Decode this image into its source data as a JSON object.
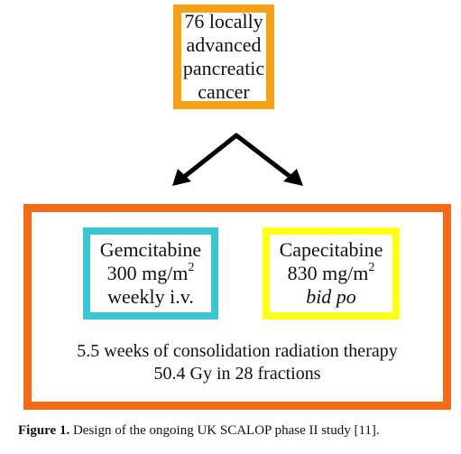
{
  "top_box": {
    "lines": [
      "76 locally",
      "advanced",
      "pancreatic",
      "cancer"
    ],
    "border_color": "#f5a016"
  },
  "outer_box": {
    "border_color": "#f46a16"
  },
  "gemcitabine": {
    "name": "Gemcitabine",
    "dose": "300 mg/m",
    "dose_sup": "2",
    "schedule": "weekly i.v.",
    "border_color": "#3cc6d3"
  },
  "capecitabine": {
    "name": "Capecitabine",
    "dose": "830 mg/m",
    "dose_sup": "2",
    "schedule": "bid po",
    "border_color": "#ffff14"
  },
  "radiation": {
    "line1": "5.5 weeks of consolidation radiation therapy",
    "line2": "50.4 Gy in 28 fractions"
  },
  "caption": {
    "label": "Figure 1.",
    "text": " Design of the ongoing UK SCALOP phase II study [11]."
  },
  "arrows": {
    "color": "#000000",
    "icons": [
      "arrow-left-down-icon",
      "arrow-right-down-icon"
    ]
  }
}
